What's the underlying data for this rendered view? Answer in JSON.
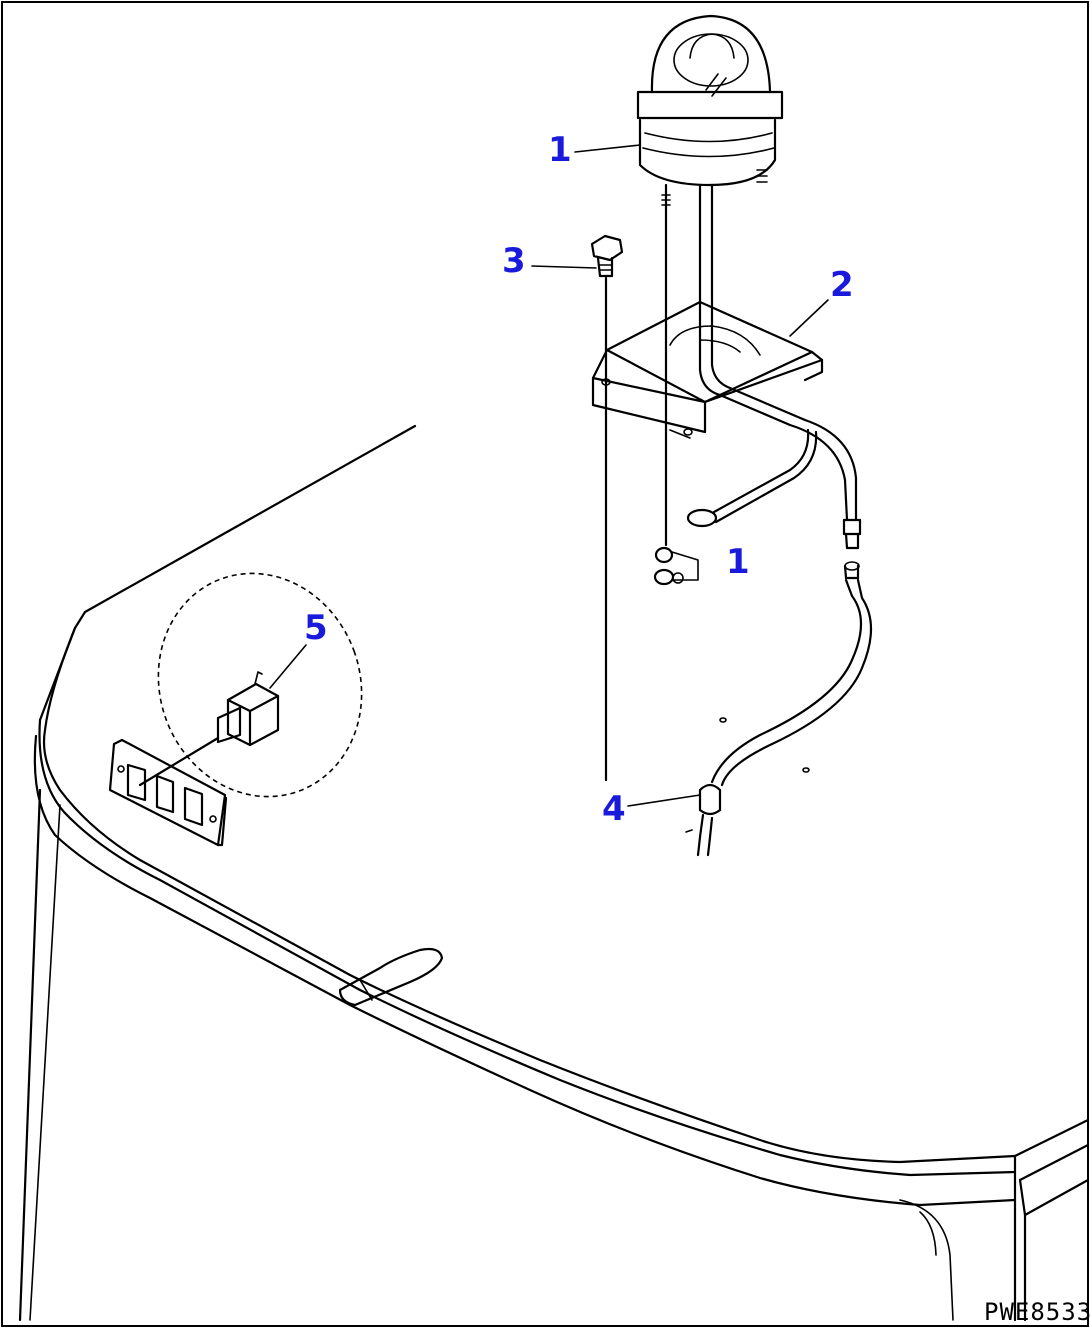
{
  "callouts": [
    {
      "id": "callout-1-lamp",
      "text": "1"
    },
    {
      "id": "callout-3-bolt",
      "text": "3"
    },
    {
      "id": "callout-2-bracket",
      "text": "2"
    },
    {
      "id": "callout-1-nut",
      "text": "1"
    },
    {
      "id": "callout-5-switch",
      "text": "5"
    },
    {
      "id": "callout-4-clip",
      "text": "4"
    }
  ],
  "drawing_code": "PWE8533",
  "colors": {
    "callout": "#1a1adc",
    "line": "#000000",
    "background": "#ffffff"
  }
}
